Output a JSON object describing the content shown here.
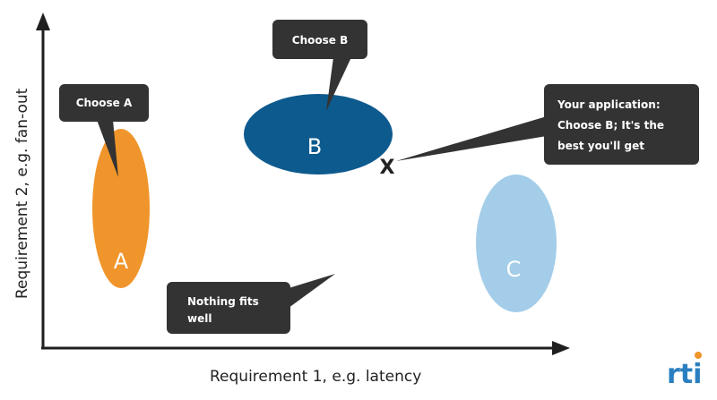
{
  "axes": {
    "x_label": "Requirement 1, e.g. latency",
    "y_label": "Requirement 2, e.g. fan-out",
    "color": "#1f1f1f"
  },
  "regions": [
    {
      "id": "a",
      "label": "A",
      "color": "#f0952b"
    },
    {
      "id": "b",
      "label": "B",
      "color": "#0d5a8e"
    },
    {
      "id": "c",
      "label": "C",
      "color": "#a3cde9"
    }
  ],
  "marker": {
    "symbol": "X"
  },
  "callouts": {
    "choose_a": {
      "lines": [
        "Choose A"
      ]
    },
    "choose_b": {
      "lines": [
        "Choose B"
      ]
    },
    "application": {
      "lines": [
        "Your application:",
        "Choose B; It's the",
        "best you'll get"
      ]
    },
    "nothing_fits": {
      "lines": [
        "Nothing fits",
        "well"
      ]
    },
    "fill_color": "#333333"
  },
  "logo": {
    "text": "rti",
    "color": "#2a7fc0",
    "dot_color": "#f0952b"
  }
}
